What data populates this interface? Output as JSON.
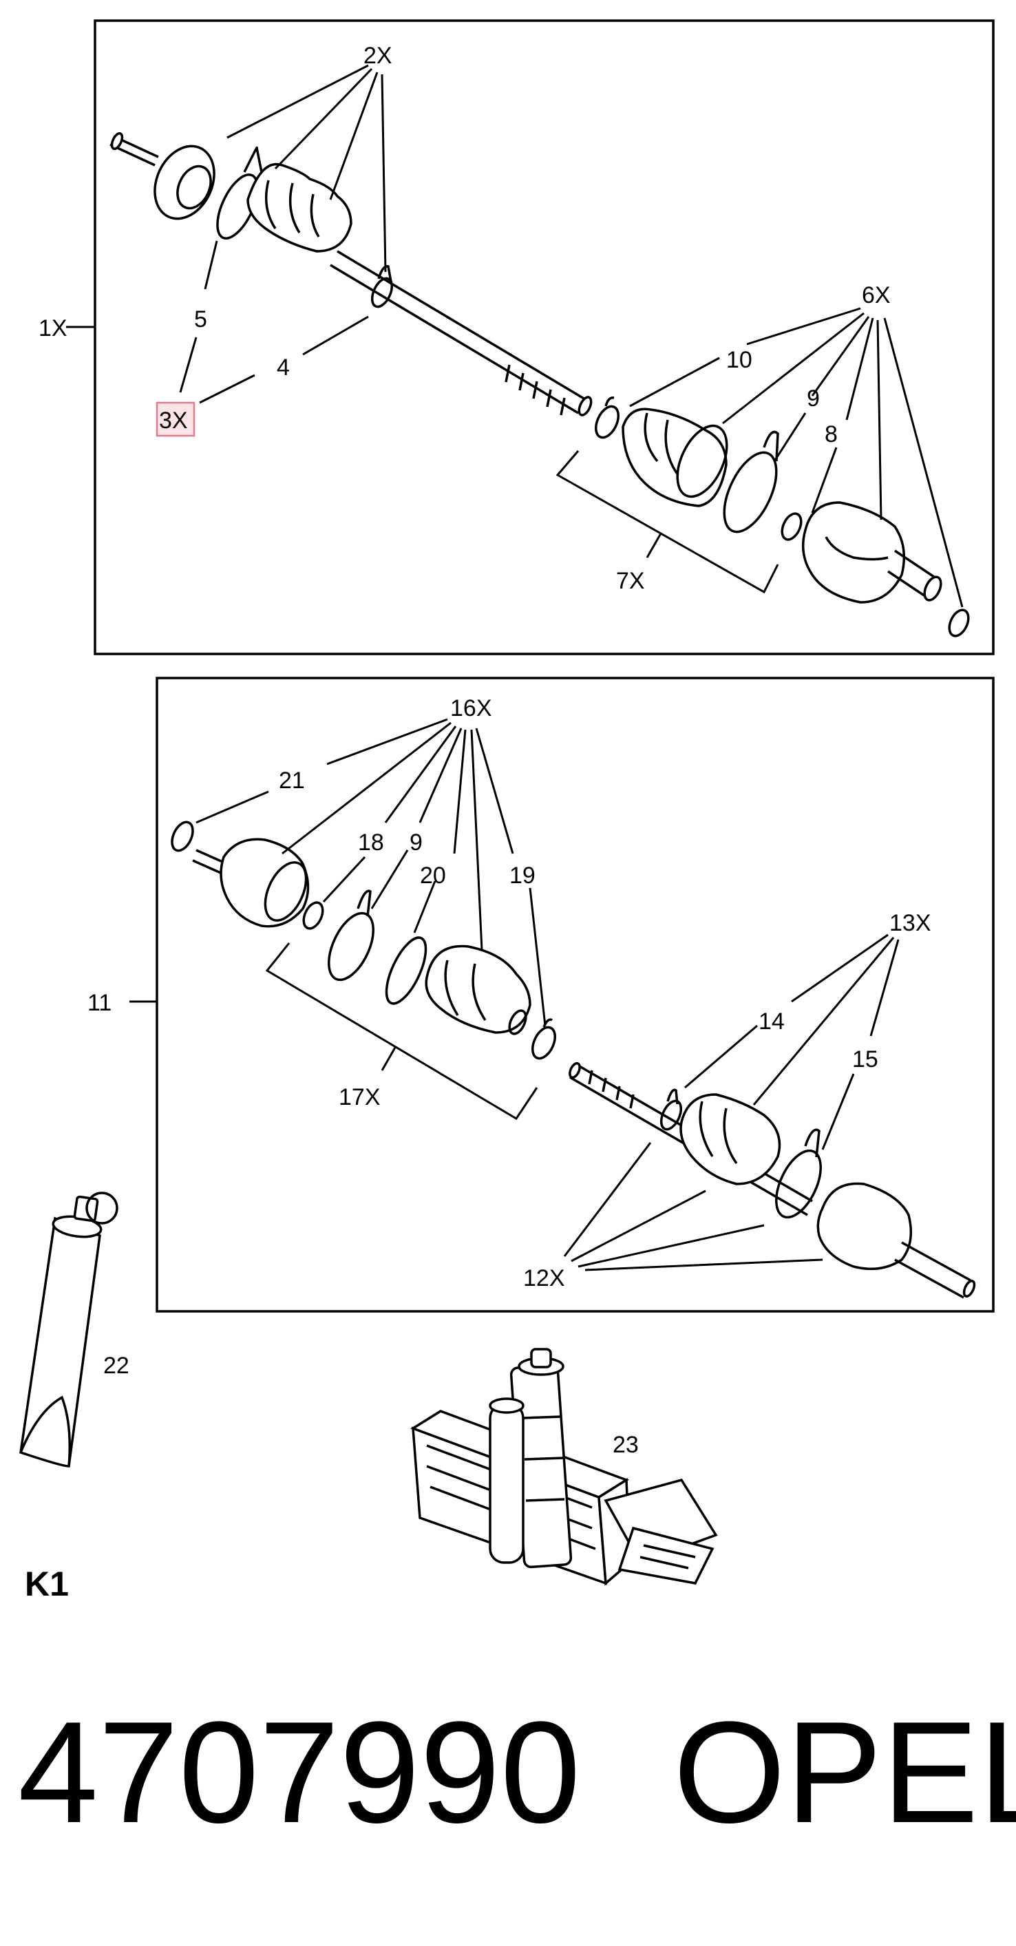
{
  "diagram": {
    "labels": {
      "l1x": "1X",
      "l2x": "2X",
      "l3x": "3X",
      "l4": "4",
      "l5": "5",
      "l6x": "6X",
      "l7x": "7X",
      "l8": "8",
      "l9a": "9",
      "l10": "10",
      "l11": "11",
      "l12x": "12X",
      "l13x": "13X",
      "l14": "14",
      "l15": "15",
      "l16x": "16X",
      "l17x": "17X",
      "l18": "18",
      "l9b": "9",
      "l19": "19",
      "l20": "20",
      "l21": "21",
      "l22": "22",
      "l23": "23"
    },
    "tag": "K1",
    "highlight_color": "#e27a89"
  },
  "footer": {
    "part_number": "4707990",
    "brand": "OPEL"
  }
}
